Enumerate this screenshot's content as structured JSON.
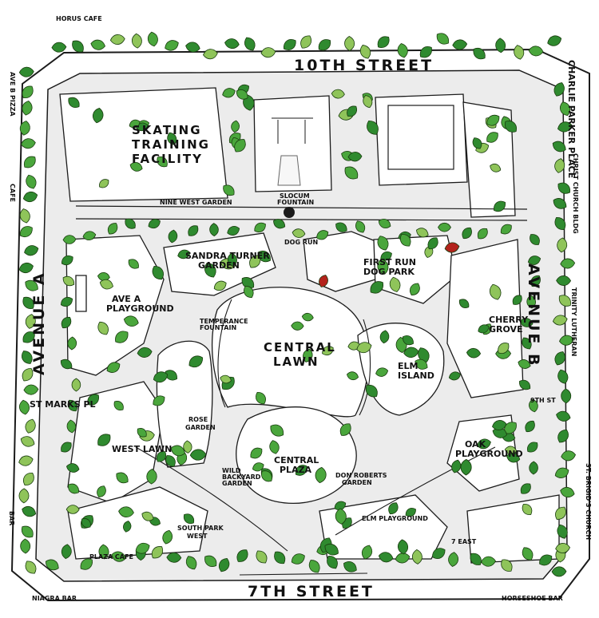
{
  "colors": {
    "path": "#ececec",
    "outline": "#1b1b1b",
    "leaf_dark": "#2f8a2f",
    "leaf_mid": "#4aa63c",
    "leaf_light": "#8fc45a",
    "leaf_red": "#b3231c"
  },
  "streets": {
    "north": "10TH STREET",
    "south": "7TH STREET",
    "west": "AVENUE A",
    "east": "AVENUE B",
    "east_side": "CHARLIE PARKER PLACE",
    "st_marks": "ST MARKS PL",
    "ninth": "9TH ST"
  },
  "areas": {
    "skating": [
      "SKATING",
      "TRAINING",
      "FACILITY"
    ],
    "ninth_garden": "NINE WEST GARDEN",
    "sandra": [
      "SANDRA TURNER",
      "GARDEN"
    ],
    "ave_a_play": [
      "AVE A",
      "PLAYGROUND"
    ],
    "central_lawn": [
      "CENTRAL",
      "LAWN"
    ],
    "central_plaza": [
      "CENTRAL",
      "PLAZA"
    ],
    "first_run": [
      "FIRST RUN",
      "DOG PARK"
    ],
    "elm_island": [
      "ELM",
      "ISLAND"
    ],
    "cherry_grove": [
      "CHERRY",
      "GROVE"
    ],
    "oak_play": [
      "OAK",
      "PLAYGROUND"
    ],
    "rose_garden": [
      "ROSE",
      "GARDEN"
    ],
    "west_lawn": "WEST LAWN",
    "south_park_west": [
      "SOUTH PARK",
      "WEST"
    ],
    "elm_play": "ELM PLAYGROUND",
    "don_garden": [
      "DON ROBERTS",
      "GARDEN"
    ],
    "slocum": [
      "SLOCUM",
      "FOUNTAIN"
    ],
    "temperance": [
      "TEMPERANCE",
      "FOUNTAIN"
    ],
    "wild_garden": [
      "WILD",
      "BACKYARD",
      "GARDEN"
    ]
  },
  "small_labels": {
    "cafe_top": "HORUS CAFE",
    "niagra": "NIAGRA BAR",
    "horseshoe": "HORSESHOE BAR",
    "comp": "CHRIST CHURCH BLDG",
    "trinity": "TRINITY LUTHERAN",
    "east_block": "ST. BRIGID'S CHURCH",
    "tea": "7 EAST",
    "kiosk": "PLAZA CAFE",
    "dog_run": "DOG RUN",
    "west_note_1": "AVE B PIZZA",
    "west_note_2": "CAFE",
    "west_note_3": "BAR"
  }
}
